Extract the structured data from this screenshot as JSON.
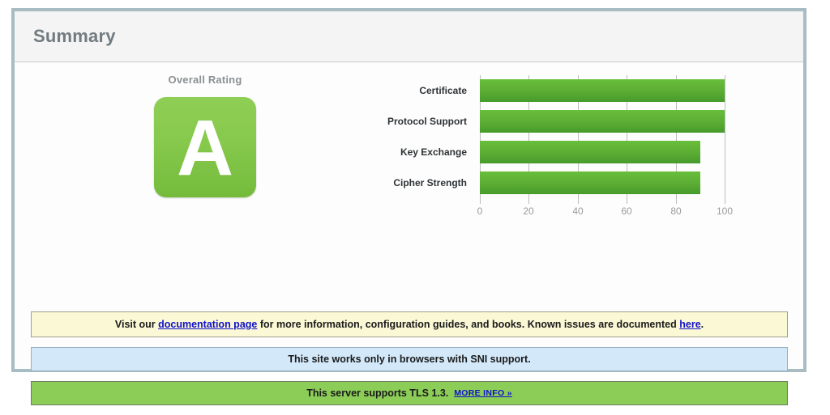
{
  "panel": {
    "title": "Summary"
  },
  "rating": {
    "label": "Overall Rating",
    "grade": "A",
    "grade_color": "#86c94c"
  },
  "chart_data": {
    "type": "bar",
    "orientation": "horizontal",
    "title": "",
    "xlabel": "",
    "ylabel": "",
    "categories": [
      "Certificate",
      "Protocol Support",
      "Key Exchange",
      "Cipher Strength"
    ],
    "values": [
      100,
      100,
      90,
      90
    ],
    "xlim": [
      0,
      100
    ],
    "ticks": [
      0,
      20,
      40,
      60,
      80,
      100
    ],
    "tick_labels": [
      "0",
      "20",
      "40",
      "60",
      "80",
      "100"
    ],
    "grid": true,
    "legend": false,
    "bar_color": "#5dae34"
  },
  "notices": {
    "documentation": {
      "text_before": "Visit our ",
      "link1": "documentation page",
      "text_middle": " for more information, configuration guides, and books. Known issues are documented ",
      "link2": "here",
      "text_after": "."
    },
    "sni": {
      "text": "This site works only in browsers with SNI support."
    },
    "tls": {
      "text": "This server supports TLS 1.3.",
      "link": "MORE INFO »"
    }
  }
}
